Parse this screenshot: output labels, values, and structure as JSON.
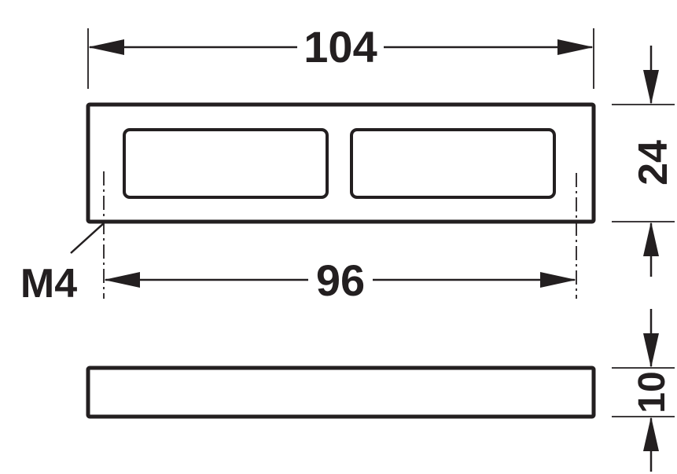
{
  "dimensions": {
    "overall_length": "104",
    "hole_spacing": "96",
    "width": "24",
    "thickness": "10",
    "thread": "M4"
  }
}
